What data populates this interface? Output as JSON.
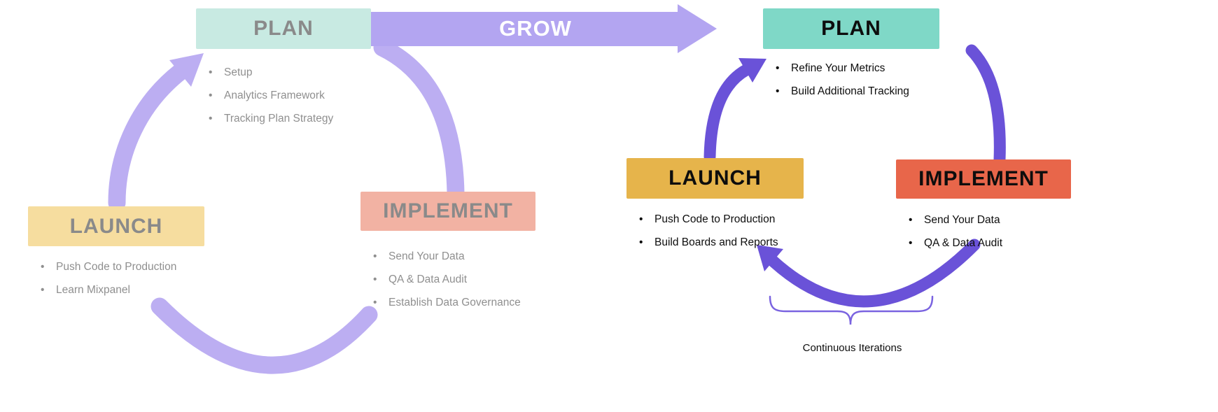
{
  "grow": {
    "label": "GROW"
  },
  "left_cycle": {
    "plan": {
      "label": "PLAN",
      "bullets": [
        "Setup",
        "Analytics Framework",
        "Tracking Plan Strategy"
      ]
    },
    "implement": {
      "label": "IMPLEMENT",
      "bullets": [
        "Send Your Data",
        "QA & Data Audit",
        "Establish Data Governance"
      ]
    },
    "launch": {
      "label": "LAUNCH",
      "bullets": [
        "Push Code to Production",
        "Learn Mixpanel"
      ]
    }
  },
  "right_cycle": {
    "plan": {
      "label": "PLAN",
      "bullets": [
        "Refine Your Metrics",
        "Build Additional Tracking"
      ]
    },
    "implement": {
      "label": "IMPLEMENT",
      "bullets": [
        "Send Your Data",
        "QA & Data Audit"
      ]
    },
    "launch": {
      "label": "LAUNCH",
      "bullets": [
        "Push Code to Production",
        "Build Boards and Reports"
      ]
    },
    "caption": "Continuous Iterations"
  },
  "colors": {
    "left_cycle_arrow": "#bcaef2",
    "right_cycle_arrow": "#6a52d8",
    "grow_arrow": "#b3a5f1",
    "left_plan_bg": "#c8eae2",
    "left_implement_bg": "#f2b2a3",
    "left_launch_bg": "#f6dd9f",
    "right_plan_bg": "#7fd8c7",
    "right_implement_bg": "#e8664a",
    "right_launch_bg": "#e6b44b",
    "faded_text": "#8a8a8a",
    "solid_text": "#0d0d0d"
  }
}
